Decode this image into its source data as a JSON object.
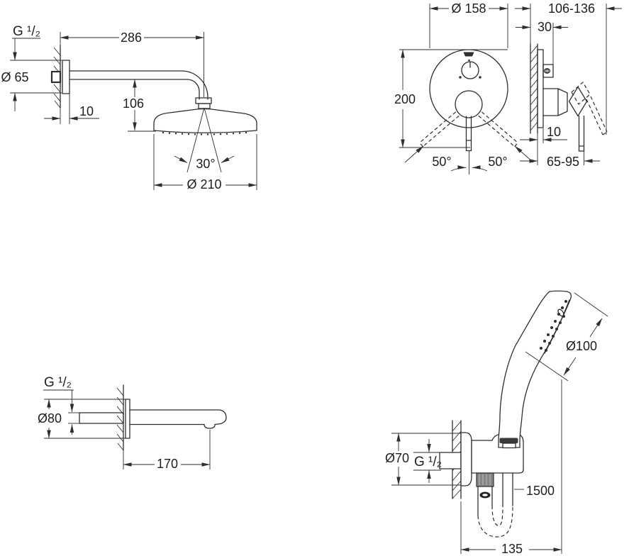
{
  "sheet": {
    "background": "#ffffff",
    "line_color": "#2e2e2e",
    "description": "Installation dimension drawings for a concealed shower set: head shower with arm, single-lever concealed mixer, bath spout, and hand shower with holder and hose"
  },
  "drawings": {
    "overhead_shower": {
      "title": "head shower with shower arm, wall mounted",
      "labels": {
        "thread": "G ¹/₂",
        "rosette_diameter": "Ø 65",
        "arm_length": "286",
        "rosette_depth": "10",
        "drop_height": "106",
        "spray_angle": "30°",
        "head_diameter": "Ø 210"
      }
    },
    "concealed_mixer": {
      "title": "single-lever concealed mixer, front and side view",
      "labels": {
        "plate_diameter": "Ø 158",
        "installation_depth": "106-136",
        "plate_offset": "30",
        "plate_height": "200",
        "lever_swing_left": "50°",
        "lever_swing_right": "50°",
        "wall_clearance": "10",
        "lever_projection": "65-95"
      }
    },
    "bath_spout": {
      "title": "wall mounted bath spout",
      "labels": {
        "thread": "G ¹/₂",
        "rosette_diameter": "Ø80",
        "projection": "170"
      }
    },
    "hand_shower_set": {
      "title": "hand shower in wall holder with hose",
      "labels": {
        "head_diameter": "Ø100",
        "rosette_diameter": "Ø70",
        "thread": "G ¹/₂",
        "hose_length": "1500",
        "holder_offset": "135"
      }
    }
  }
}
